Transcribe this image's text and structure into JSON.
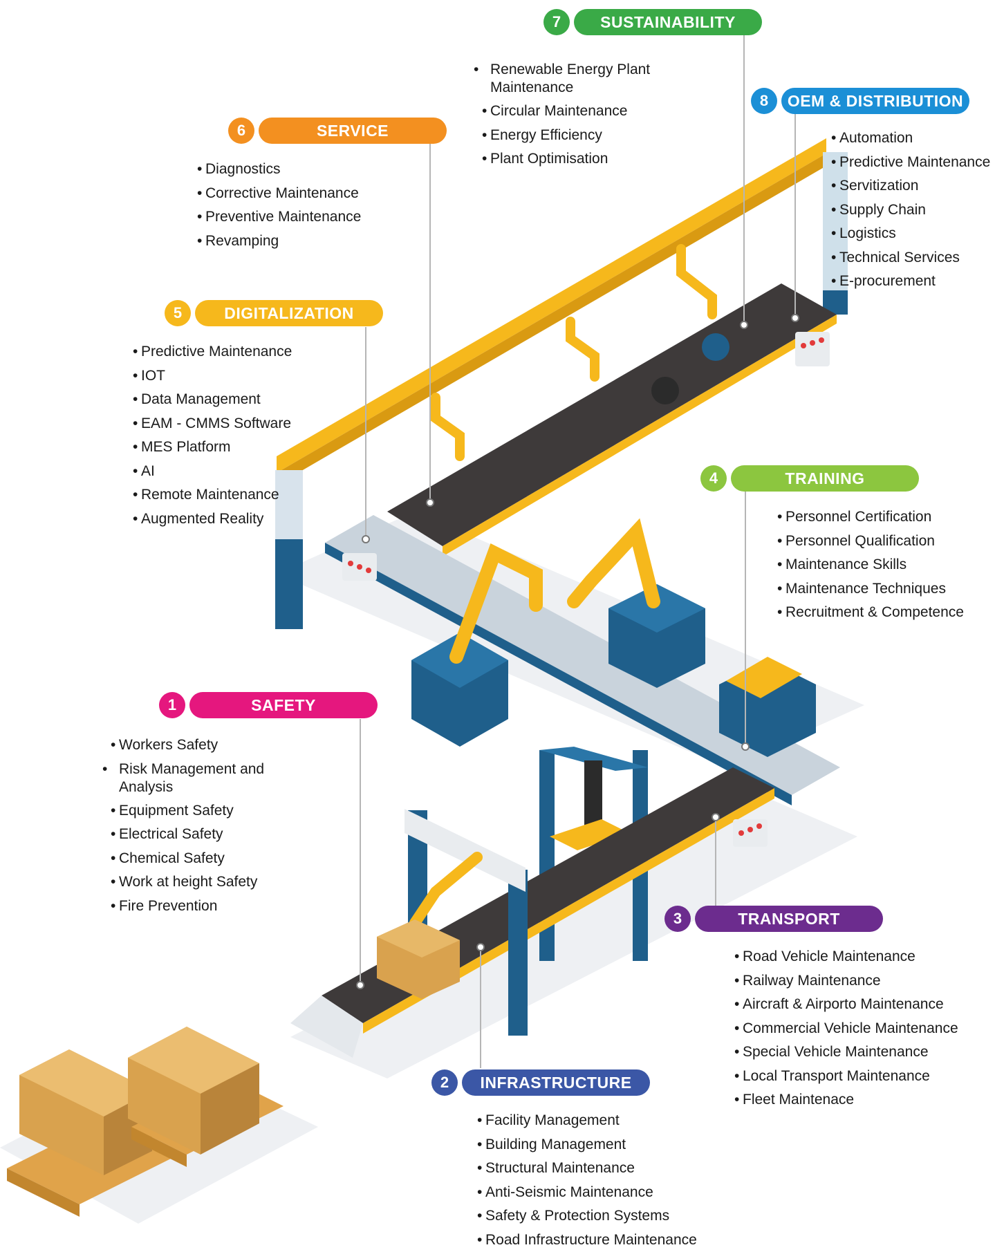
{
  "groups": [
    {
      "id": "safety",
      "number": "1",
      "label": "SAFETY",
      "color": "#e5177e",
      "items": [
        "Workers Safety",
        "Risk Management and Analysis",
        "Equipment Safety",
        "Electrical Safety",
        "Chemical Safety",
        "Work at height Safety",
        "Fire Prevention"
      ]
    },
    {
      "id": "infrastructure",
      "number": "2",
      "label": "INFRASTRUCTURE",
      "color": "#3b57a6",
      "items": [
        "Facility Management",
        "Building Management",
        "Structural Maintenance",
        "Anti-Seismic Maintenance",
        "Safety & Protection Systems",
        "Road Infrastructure Maintenance"
      ]
    },
    {
      "id": "transport",
      "number": "3",
      "label": "TRANSPORT",
      "color": "#6c2c8e",
      "items": [
        "Road Vehicle Maintenance",
        "Railway Maintenance",
        "Aircraft & Airporto Maintenance",
        "Commercial Vehicle Maintenance",
        "Special Vehicle Maintenance",
        "Local Transport Maintenance",
        "Fleet Maintenace"
      ]
    },
    {
      "id": "training",
      "number": "4",
      "label": "TRAINING",
      "color": "#8cc63f",
      "items": [
        "Personnel Certification",
        "Personnel Qualification",
        "Maintenance Skills",
        "Maintenance Techniques",
        "Recruitment & Competence"
      ]
    },
    {
      "id": "digitalization",
      "number": "5",
      "label": "DIGITALIZATION",
      "color": "#f6b81c",
      "items": [
        "Predictive Maintenance",
        "IOT",
        "Data Management",
        "EAM - CMMS Software",
        "MES Platform",
        "AI",
        "Remote Maintenance",
        "Augmented Reality"
      ]
    },
    {
      "id": "service",
      "number": "6",
      "label": "SERVICE",
      "color": "#f39020",
      "items": [
        "Diagnostics",
        "Corrective Maintenance",
        "Preventive Maintenance",
        "Revamping"
      ]
    },
    {
      "id": "sustainability",
      "number": "7",
      "label": "SUSTAINABILITY",
      "color": "#3aaa47",
      "items": [
        "Renewable Energy Plant Maintenance",
        "Circular Maintenance",
        "Energy Efficiency",
        "Plant Optimisation"
      ]
    },
    {
      "id": "oem",
      "number": "8",
      "label": "OEM & DISTRIBUTION",
      "color": "#1b8fd6",
      "items": [
        "Automation",
        "Predictive Maintenance",
        "Servitization",
        "Supply Chain",
        "Logistics",
        "Technical Services",
        "E-procurement"
      ]
    }
  ],
  "palette": {
    "belt": "#3e3a3a",
    "rail": "#f6b81c",
    "steel": "#1f5f8b",
    "roller": "#c9d3dc",
    "box": "#d9a24e",
    "box_dark": "#b9843a",
    "pallet": "#e0a34a"
  }
}
